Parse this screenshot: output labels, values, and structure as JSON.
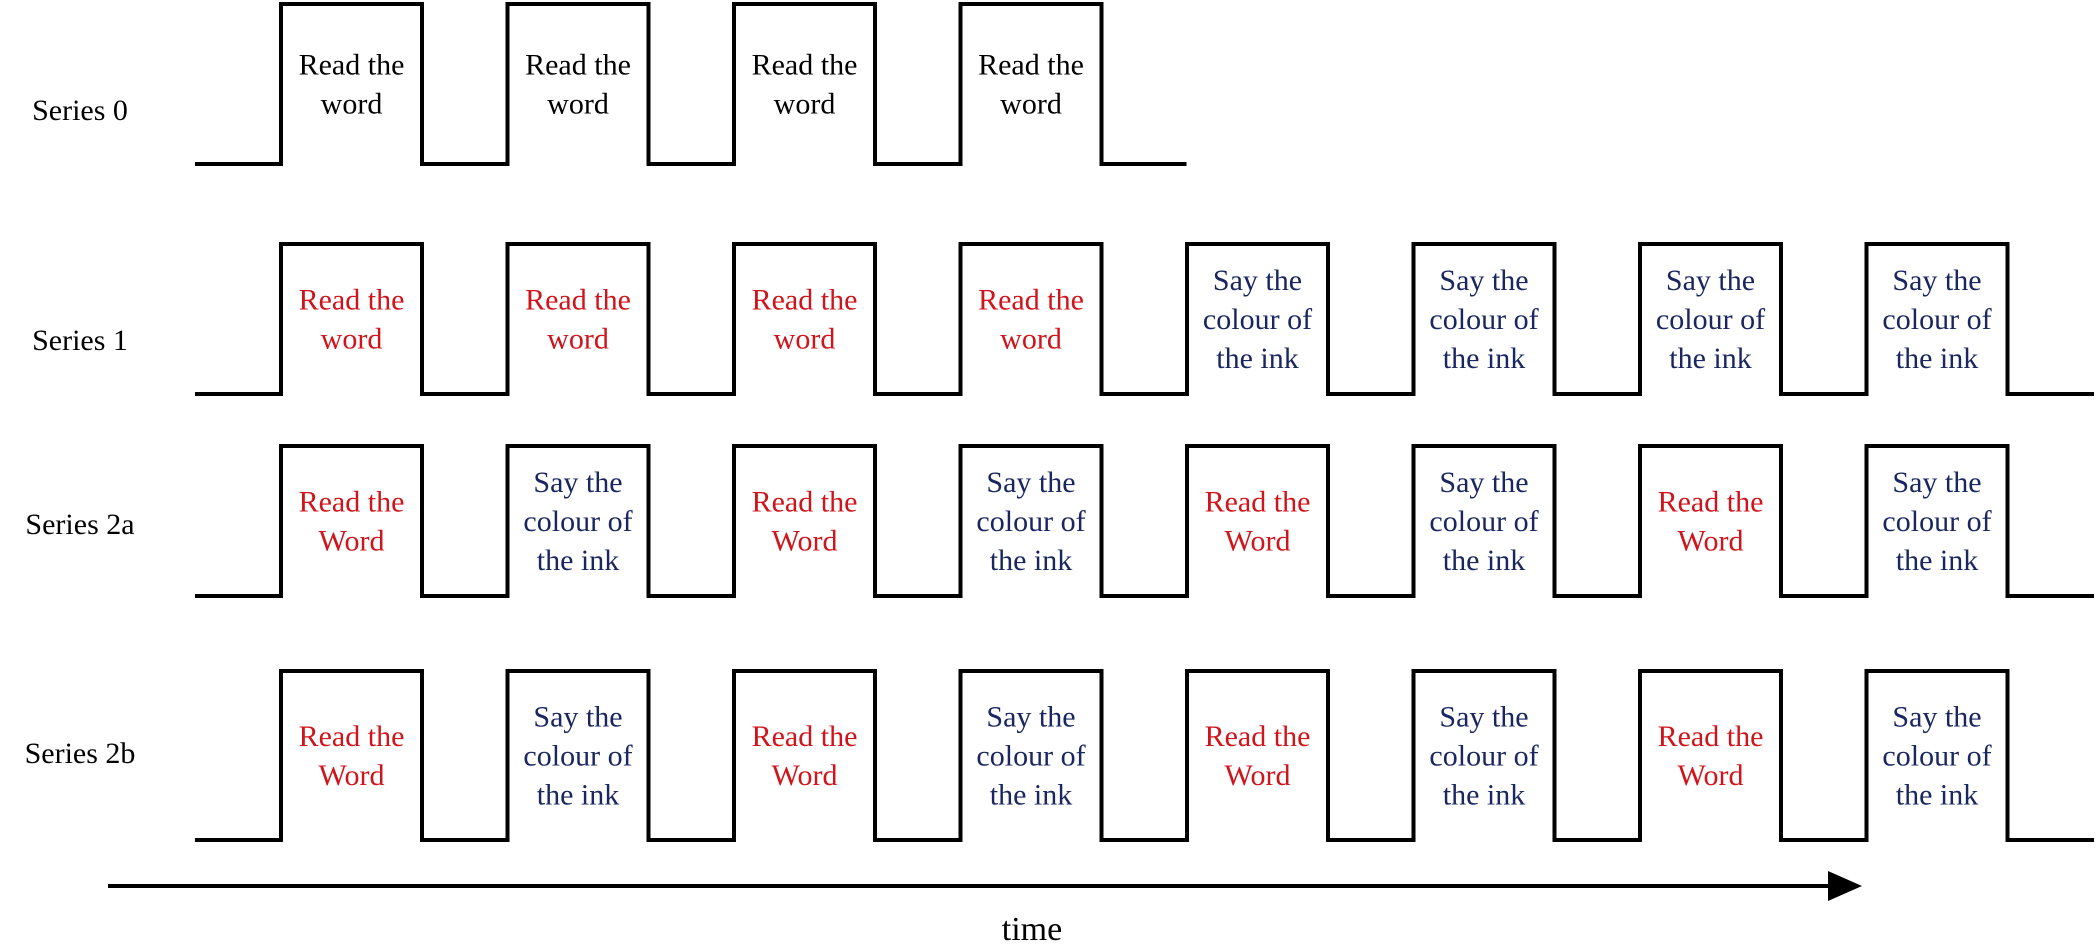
{
  "colors": {
    "waveform": "#000000",
    "read_word": "#d0141b",
    "say_colour": "#1a2660",
    "neutral": "#000000"
  },
  "series": [
    {
      "name": "Series 0",
      "blocks": [
        {
          "lines": [
            "Read the",
            "word"
          ],
          "kind": "neutral"
        },
        {
          "lines": [
            "Read the",
            "word"
          ],
          "kind": "neutral"
        },
        {
          "lines": [
            "Read the",
            "word"
          ],
          "kind": "neutral"
        },
        {
          "lines": [
            "Read the",
            "word"
          ],
          "kind": "neutral"
        }
      ]
    },
    {
      "name": "Series 1",
      "blocks": [
        {
          "lines": [
            "Read the",
            "word"
          ],
          "kind": "read_word"
        },
        {
          "lines": [
            "Read the",
            "word"
          ],
          "kind": "read_word"
        },
        {
          "lines": [
            "Read the",
            "word"
          ],
          "kind": "read_word"
        },
        {
          "lines": [
            "Read the",
            "word"
          ],
          "kind": "read_word"
        },
        {
          "lines": [
            "Say the",
            "colour of",
            "the ink"
          ],
          "kind": "say_colour"
        },
        {
          "lines": [
            "Say the",
            "colour of",
            "the ink"
          ],
          "kind": "say_colour"
        },
        {
          "lines": [
            "Say the",
            "colour of",
            "the ink"
          ],
          "kind": "say_colour"
        },
        {
          "lines": [
            "Say the",
            "colour of",
            "the ink"
          ],
          "kind": "say_colour"
        }
      ]
    },
    {
      "name": "Series 2a",
      "blocks": [
        {
          "lines": [
            "Read the",
            "Word"
          ],
          "kind": "read_word"
        },
        {
          "lines": [
            "Say the",
            "colour of",
            "the ink"
          ],
          "kind": "say_colour"
        },
        {
          "lines": [
            "Read the",
            "Word"
          ],
          "kind": "read_word"
        },
        {
          "lines": [
            "Say the",
            "colour of",
            "the ink"
          ],
          "kind": "say_colour"
        },
        {
          "lines": [
            "Read the",
            "Word"
          ],
          "kind": "read_word"
        },
        {
          "lines": [
            "Say the",
            "colour of",
            "the ink"
          ],
          "kind": "say_colour"
        },
        {
          "lines": [
            "Read the",
            "Word"
          ],
          "kind": "read_word"
        },
        {
          "lines": [
            "Say the",
            "colour of",
            "the ink"
          ],
          "kind": "say_colour"
        }
      ]
    },
    {
      "name": "Series 2b",
      "blocks": [
        {
          "lines": [
            "Read the",
            "Word"
          ],
          "kind": "read_word"
        },
        {
          "lines": [
            "Say the",
            "colour of",
            "the ink"
          ],
          "kind": "say_colour"
        },
        {
          "lines": [
            "Read the",
            "Word"
          ],
          "kind": "read_word"
        },
        {
          "lines": [
            "Say the",
            "colour of",
            "the ink"
          ],
          "kind": "say_colour"
        },
        {
          "lines": [
            "Read the",
            "Word"
          ],
          "kind": "read_word"
        },
        {
          "lines": [
            "Say the",
            "colour of",
            "the ink"
          ],
          "kind": "say_colour"
        },
        {
          "lines": [
            "Read the",
            "Word"
          ],
          "kind": "read_word"
        },
        {
          "lines": [
            "Say the",
            "colour of",
            "the ink"
          ],
          "kind": "say_colour"
        }
      ]
    }
  ],
  "axis": {
    "label": "time"
  }
}
